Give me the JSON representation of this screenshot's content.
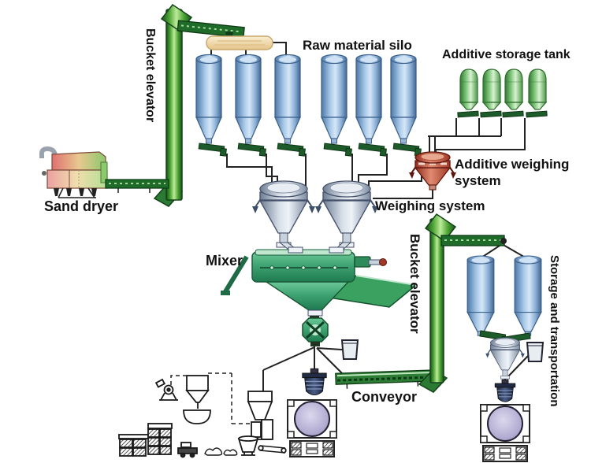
{
  "diagram": {
    "labels": {
      "bucket_elevator_left": "Bucket elevator",
      "sand_dryer": "Sand dryer",
      "raw_material_silo": "Raw material silo",
      "additive_storage_tank": "Additive storage tank",
      "additive_weighing_system": "Additive weighing system",
      "weighing_system": "Weighing system",
      "mixer": "Mixer",
      "bucket_elevator_right": "Bucket elevator",
      "storage_and_transportation": "Storage and transportation",
      "conveyor": "Conveyor"
    },
    "equipment_counts": {
      "raw_material_silos": 6,
      "additive_storage_tanks": 4,
      "weighing_hoppers": 2,
      "storage_silos": 2,
      "bulk_trucks": 2,
      "bucket_elevators": 2
    },
    "colors": {
      "elevator_green": "#2e8b2e",
      "silo_blue": "#a9c9e8",
      "additive_tank_green": "#9fd79a",
      "mixer_teal": "#4fae7c",
      "additive_hopper_red": "#c05038",
      "screener_beige": "#f2ddb5",
      "truck_tank_lavender": "#b6b2d4",
      "line_color": "#222222",
      "label_color": "#111111"
    }
  }
}
